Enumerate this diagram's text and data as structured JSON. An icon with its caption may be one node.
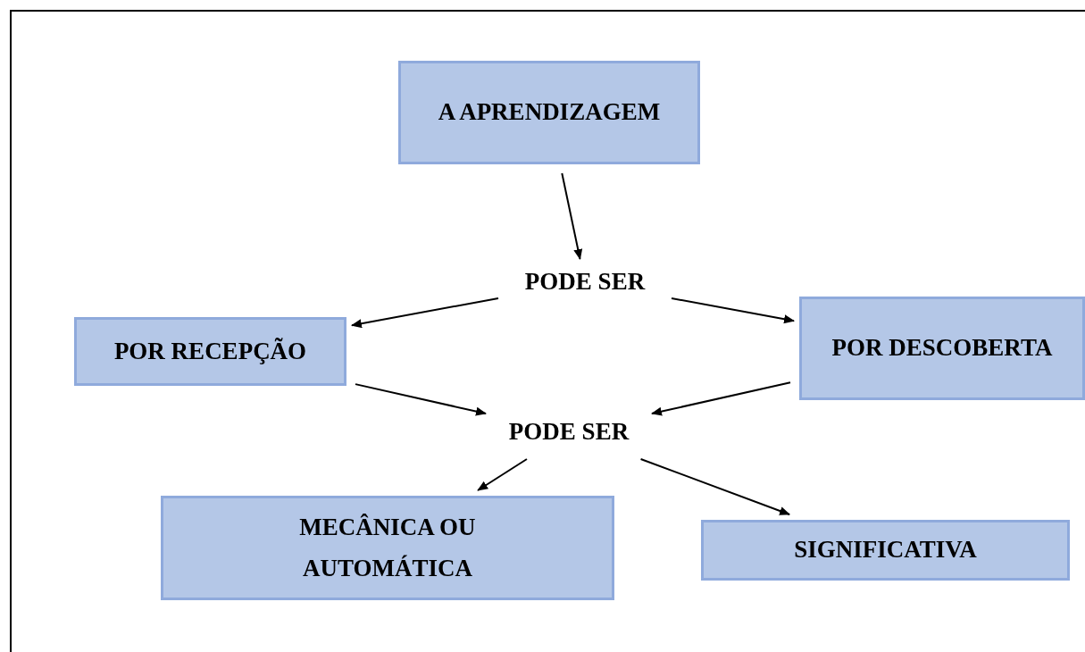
{
  "diagram": {
    "nodes": [
      {
        "text": [
          "A APRENDIZAGEM"
        ]
      },
      {
        "text": [
          "PODE SER"
        ]
      },
      {
        "text": [
          "POR RECEPÇÃO"
        ]
      },
      {
        "text": [
          "POR DESCOBERTA"
        ]
      },
      {
        "text": [
          "PODE SER"
        ]
      },
      {
        "text": [
          "MECÂNICA OU AUTOMÁTICA"
        ]
      },
      {
        "text": [
          "SIGNIFICATIVA"
        ]
      }
    ],
    "edges": [
      {
        "from": 0,
        "to": 1,
        "arrow": "to"
      },
      {
        "from": 1,
        "to": 2,
        "arrow": "to"
      },
      {
        "from": 1,
        "to": 3,
        "arrow": "to"
      },
      {
        "from": 2,
        "to": 4,
        "arrow": "to"
      },
      {
        "from": 3,
        "to": 4,
        "arrow": "to"
      },
      {
        "from": 4,
        "to": 5,
        "arrow": "to"
      },
      {
        "from": 4,
        "to": 6,
        "arrow": "to"
      }
    ]
  }
}
